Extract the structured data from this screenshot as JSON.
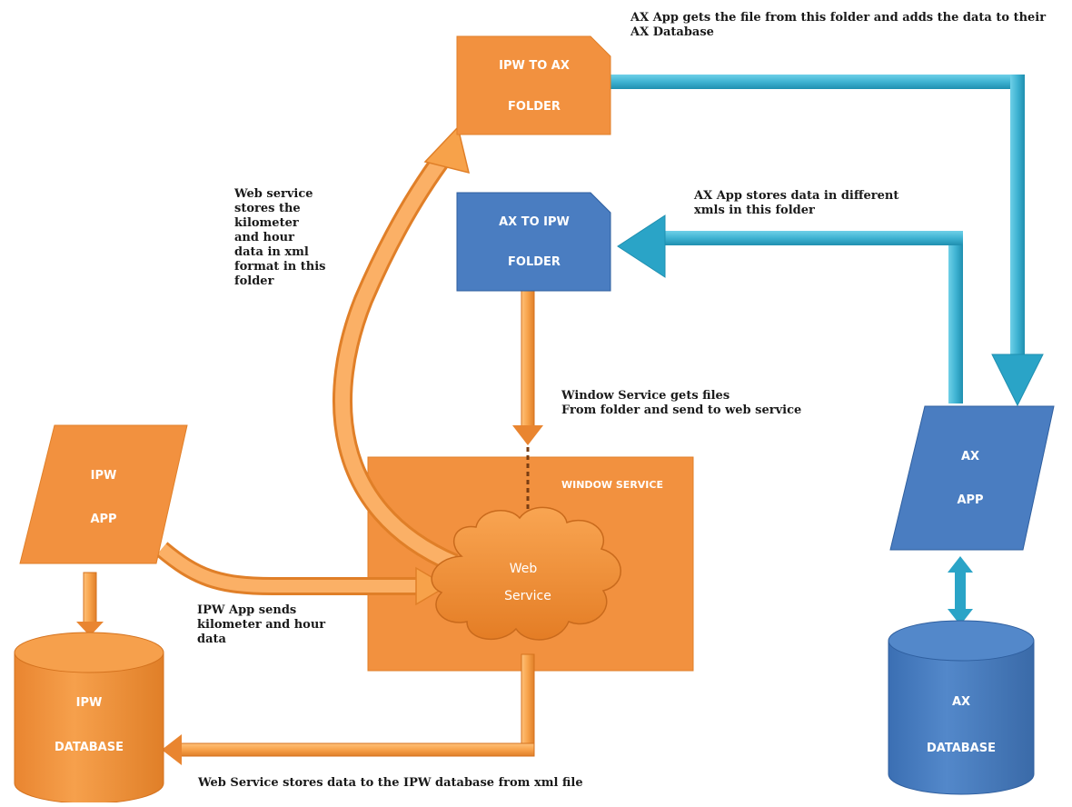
{
  "nodes": {
    "ipw_to_ax_folder": {
      "line1": "IPW TO AX",
      "line2": "FOLDER"
    },
    "ax_to_ipw_folder": {
      "line1": "AX TO IPW",
      "line2": "FOLDER"
    },
    "window_service": {
      "title": "WINDOW SERVICE"
    },
    "web_service": {
      "line1": "Web",
      "line2": "Service"
    },
    "ipw_app": {
      "line1": "IPW",
      "line2": "APP"
    },
    "ipw_database": {
      "line1": "IPW",
      "line2": "DATABASE"
    },
    "ax_app": {
      "line1": "AX",
      "line2": "APP"
    },
    "ax_database": {
      "line1": "AX",
      "line2": "DATABASE"
    }
  },
  "notes": {
    "ax_app_gets_file": "AX App gets the file from this folder and adds the data to their\nAX Database",
    "web_service_stores_xml": "Web service\nstores the\nkilometer\nand hour\ndata in xml\nformat in this\nfolder",
    "ax_app_stores_data": "AX App stores data in different\nxmls in this folder",
    "window_service_gets_files": "Window Service gets files\nFrom folder and send to web service",
    "ipw_app_sends": "IPW App sends\nkilometer and hour\ndata",
    "web_service_stores_db": "Web Service stores data to the IPW database from xml file"
  },
  "colors": {
    "orange": "#f2913f",
    "orange_dark": "#d4721e",
    "blue": "#4a7dc1",
    "blue_dark": "#2f5f9f",
    "teal": "#3fb3d2",
    "teal_dark": "#1f8fb0"
  }
}
